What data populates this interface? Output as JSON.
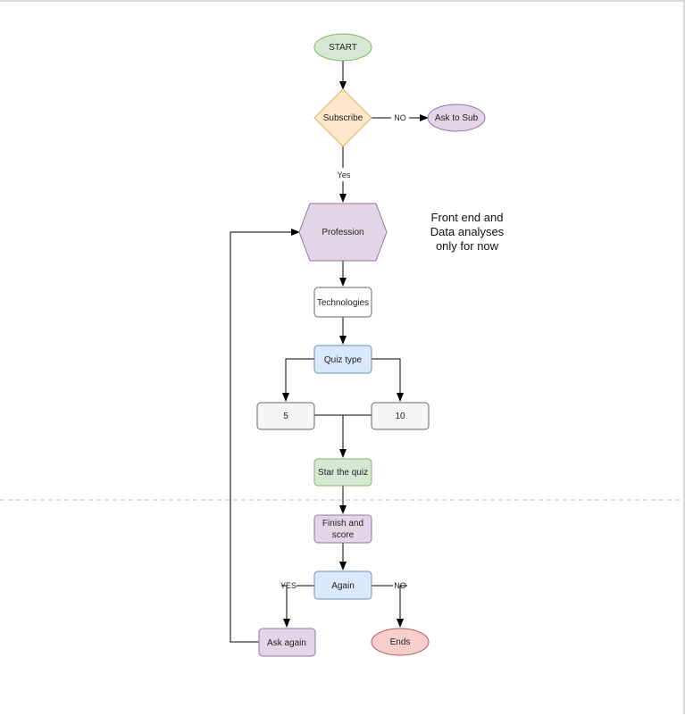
{
  "diagram": {
    "nodes": {
      "start": "START",
      "subscribe": "Subscribe",
      "ask_to_sub": "Ask to Sub",
      "profession": "Profession",
      "technologies": "Technologies",
      "quiz_type": "Quiz type",
      "five": "5",
      "ten": "10",
      "star_quiz": "Star the quiz",
      "finish_line1": "Finish and",
      "finish_line2": "score",
      "again": "Again",
      "ask_again": "Ask again",
      "ends": "Ends"
    },
    "edge_labels": {
      "no1": "NO",
      "yes1": "Yes",
      "yes2": "YES",
      "no2": "NO"
    },
    "note": {
      "line1": "Front end and",
      "line2": "Data analyses",
      "line3": "only for now"
    },
    "colors": {
      "green_fill": "#d5e8d4",
      "green_stroke": "#82b366",
      "orange_fill": "#ffe6cc",
      "orange_stroke": "#d6b656",
      "purple_fill": "#e1d5e7",
      "purple_stroke": "#9673a6",
      "blue_fill": "#dae8fc",
      "blue_stroke": "#6c8ebf",
      "gray_fill": "#f5f5f5",
      "gray_stroke": "#666666",
      "red_fill": "#f8cecc",
      "red_stroke": "#b85450"
    }
  }
}
